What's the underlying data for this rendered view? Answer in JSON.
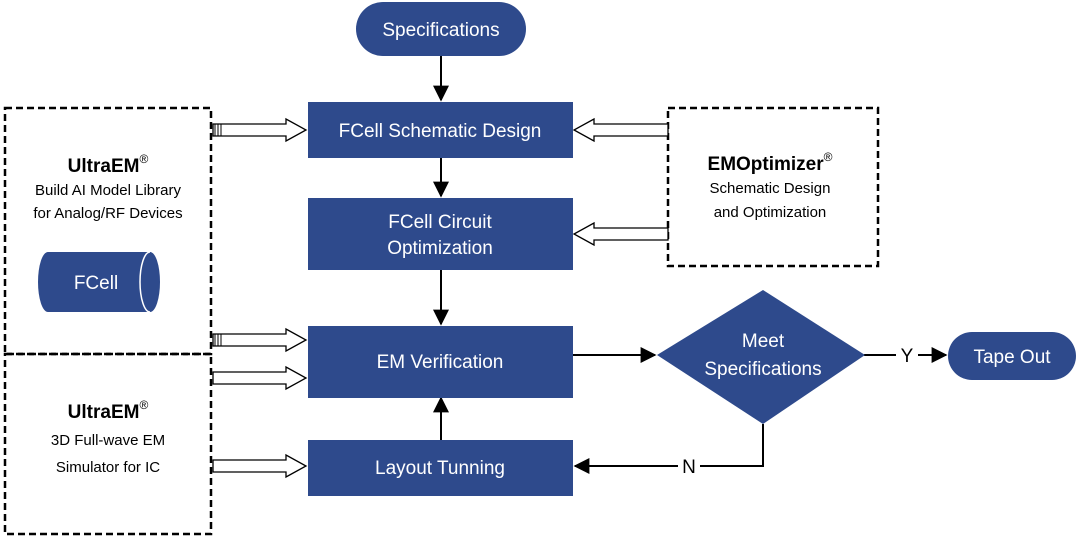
{
  "colors": {
    "box_fill": "#2E4A8C",
    "box_text": "#ffffff",
    "line": "#000000",
    "dashed": "#000000",
    "background": "#ffffff"
  },
  "nodes": {
    "specifications": "Specifications",
    "schematic_design": "FCell Schematic Design",
    "circuit_optimization_l1": "FCell Circuit",
    "circuit_optimization_l2": "Optimization",
    "em_verification": "EM Verification",
    "layout_tuning": "Layout Tunning",
    "decision_l1": "Meet",
    "decision_l2": "Specifications",
    "tape_out": "Tape Out",
    "fcell_db": "FCell"
  },
  "edges": {
    "yes_label": "Y",
    "no_label": "N"
  },
  "tools": {
    "ultraem_lib": {
      "name": "UltraEM",
      "mark": "®",
      "line1": "Build AI Model Library",
      "line2": "for Analog/RF Devices"
    },
    "ultraem_sim": {
      "name": "UltraEM",
      "mark": "®",
      "line1": "3D Full-wave EM",
      "line2": "Simulator for IC"
    },
    "emoptimizer": {
      "name": "EMOptimizer",
      "mark": "®",
      "line1": "Schematic Design",
      "line2": "and Optimization"
    }
  }
}
